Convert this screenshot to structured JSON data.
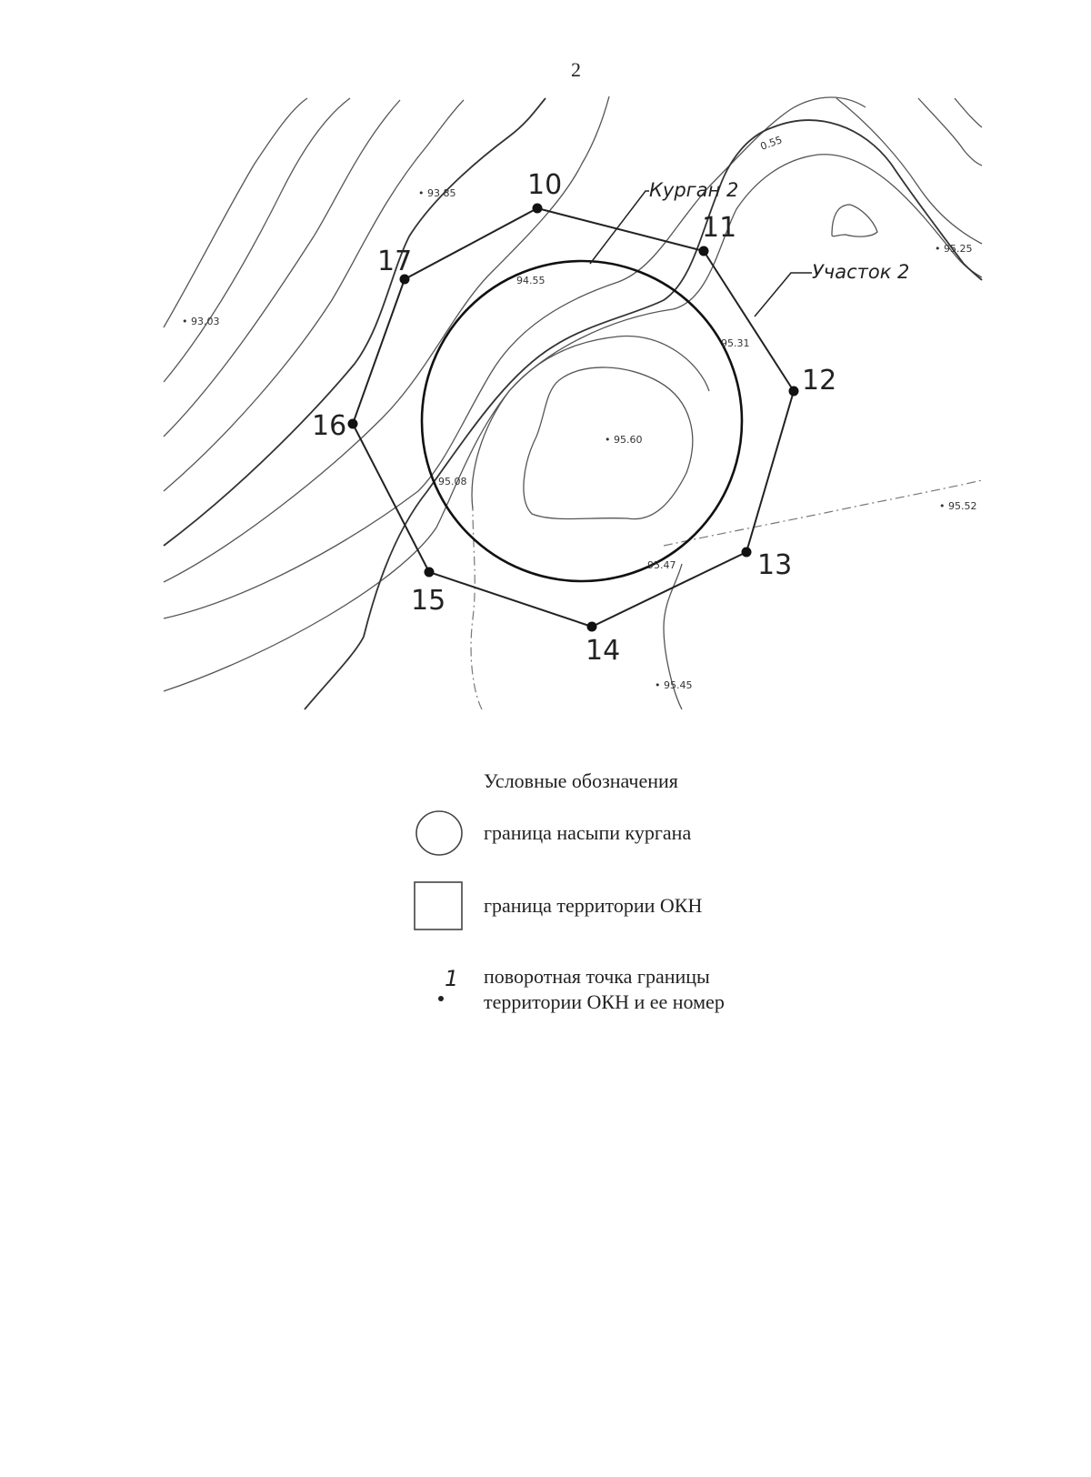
{
  "page": {
    "number": "2"
  },
  "map": {
    "callouts": {
      "mound": "Курган 2",
      "site": "Участок 2"
    },
    "boundary_points": [
      {
        "id": "10",
        "label": "10"
      },
      {
        "id": "11",
        "label": "11"
      },
      {
        "id": "12",
        "label": "12"
      },
      {
        "id": "13",
        "label": "13"
      },
      {
        "id": "14",
        "label": "14"
      },
      {
        "id": "15",
        "label": "15"
      },
      {
        "id": "16",
        "label": "16"
      },
      {
        "id": "17",
        "label": "17"
      }
    ],
    "elevations": [
      {
        "label": "93.85"
      },
      {
        "label": "93.03"
      },
      {
        "label": "94.55"
      },
      {
        "label": "95.31"
      },
      {
        "label": "95.60"
      },
      {
        "label": "95.08"
      },
      {
        "label": "95.47"
      },
      {
        "label": "95.45"
      },
      {
        "label": "95.52"
      },
      {
        "label": "95.25"
      },
      {
        "label": "0.55"
      }
    ]
  },
  "legend": {
    "title": "Условные обозначения",
    "items": [
      {
        "symbol": "circle",
        "text": "граница насыпи кургана"
      },
      {
        "symbol": "square",
        "text": "граница территории ОКН"
      },
      {
        "symbol": "point",
        "symbol_label": "1",
        "text_line1": "поворотная точка границы",
        "text_line2": "территории ОКН и ее номер"
      }
    ]
  }
}
